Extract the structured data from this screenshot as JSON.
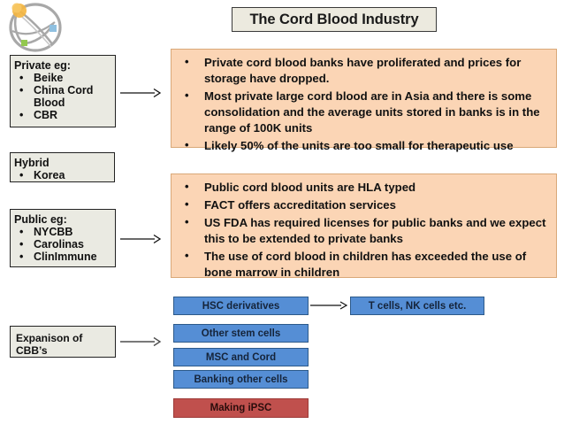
{
  "slide": {
    "title": "The Cord Blood Industry",
    "logo_name": "cord-blood-sphere-logo"
  },
  "left_column": {
    "private": {
      "header": "Private eg:",
      "bullet": "•",
      "items": [
        "Beike",
        "China Cord",
        "Blood",
        "CBR"
      ]
    },
    "hybrid": {
      "header": "Hybrid",
      "bullet": "•",
      "items": [
        "Korea"
      ]
    },
    "public": {
      "header": "Public eg:",
      "bullet": "•",
      "items": [
        "NYCBB",
        "Carolinas",
        "ClinImmune"
      ]
    },
    "expansion": {
      "line1": "Expanison of",
      "line2": "CBB’s"
    }
  },
  "content_boxes": {
    "bullet": "•",
    "private_box": {
      "items": [
        "Private cord blood banks have proliferated and prices for storage have dropped.",
        "Most private large cord blood are in Asia and there is some consolidation and the average units stored in banks is in the range of 100K units",
        "Likely 50% of the units are too small for therapeutic use"
      ]
    },
    "public_box": {
      "items": [
        "Public cord blood units are HLA typed",
        "FACT offers accreditation services",
        "US FDA has required licenses for public banks and we expect this to be extended to private banks",
        "The use of cord blood in children has exceeded the use of bone marrow in children"
      ]
    }
  },
  "bottom_row": {
    "hsc_derivatives": "HSC derivatives",
    "t_cells": "T cells, NK cells etc.",
    "other_stem_cells": "Other stem cells",
    "msc_and_cord": "MSC and Cord",
    "banking_other_cells": "Banking other cells",
    "making_ipsc": "Making iPSC"
  },
  "colors": {
    "title_bg": "#eceadf",
    "beige_box_bg": "#eaeae2",
    "orange_box_bg": "#fbd5b5",
    "blue_box_bg": "#558ed5",
    "red_box_bg": "#c0504d",
    "logo_orange": "#f0a830",
    "logo_blue": "#7fb0d8",
    "logo_green": "#8cc63f",
    "logo_gray": "#a8a8a8"
  }
}
